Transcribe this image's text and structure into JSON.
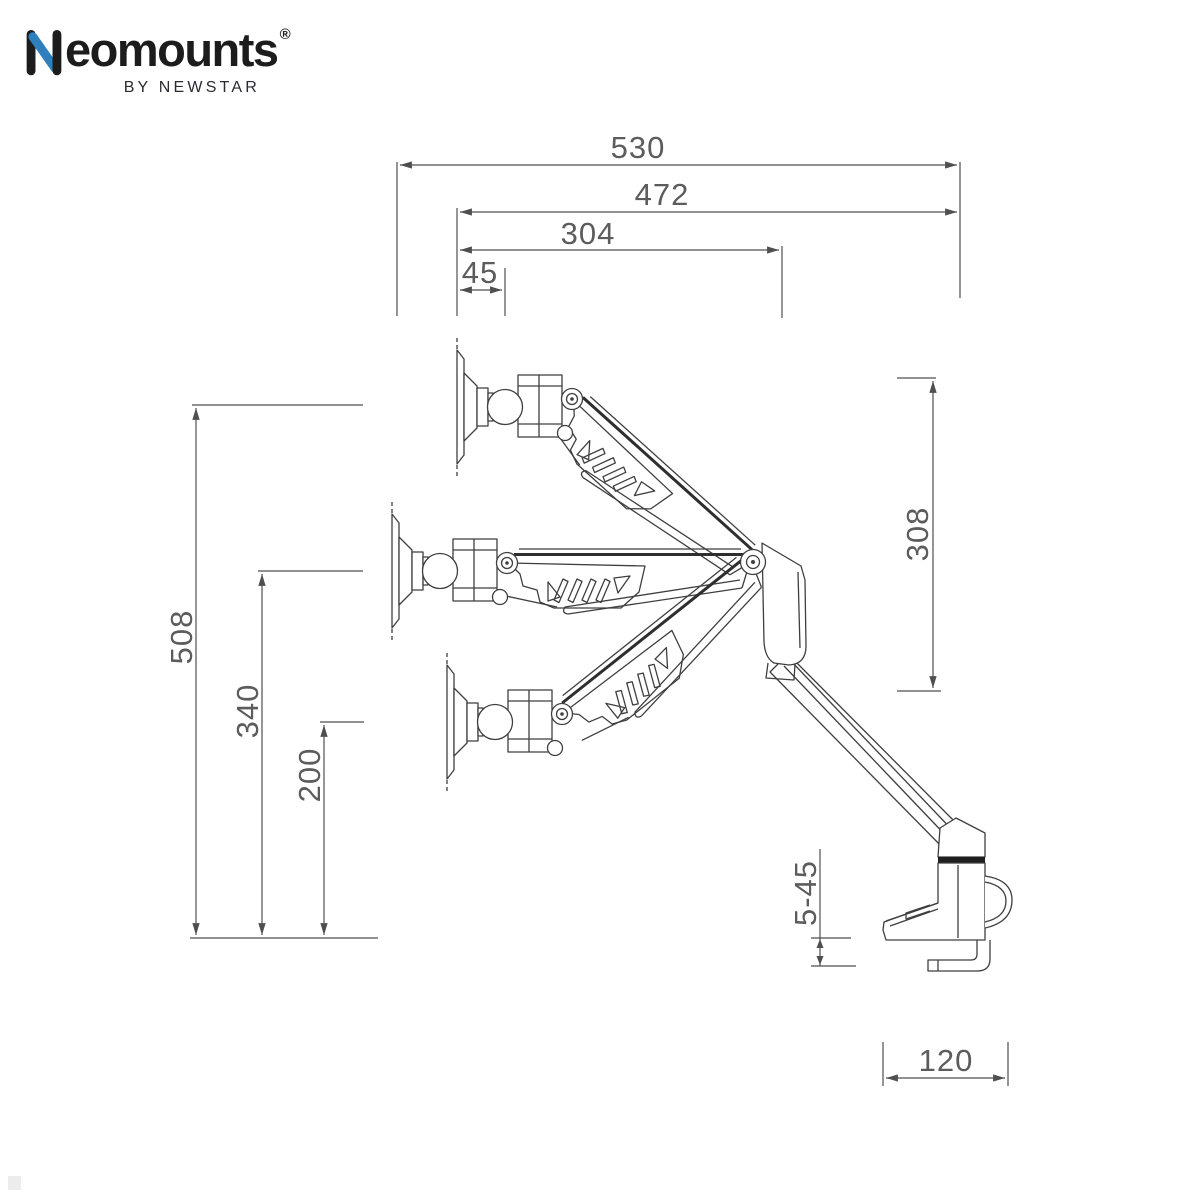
{
  "logo": {
    "brand_initial": "N",
    "brand_rest": "eomounts",
    "registered_mark": "®",
    "tagline": "BY NEWSTAR",
    "text_color": "#1c1c1c",
    "accent_color": "#2e7fbe",
    "tagline_color": "#2b2b33"
  },
  "drawing": {
    "type": "technical-dimension-diagram",
    "subject": "gas-spring monitor desk mount, side view, three arm positions",
    "line_color": "#3f3f3f",
    "dimension_color": "#4f4f4f",
    "dimension_text_color": "#5c5c5c",
    "clamp_band_color": "#1f1f1f",
    "dimensions": {
      "overall_reach": "530",
      "arm_reach": "472",
      "front_reach": "304",
      "vesa_offset": "45",
      "vertical_range": "308",
      "height_top": "508",
      "height_mid": "340",
      "height_low": "200",
      "clamp_thickness_range": "5-45",
      "base_depth": "120"
    }
  }
}
